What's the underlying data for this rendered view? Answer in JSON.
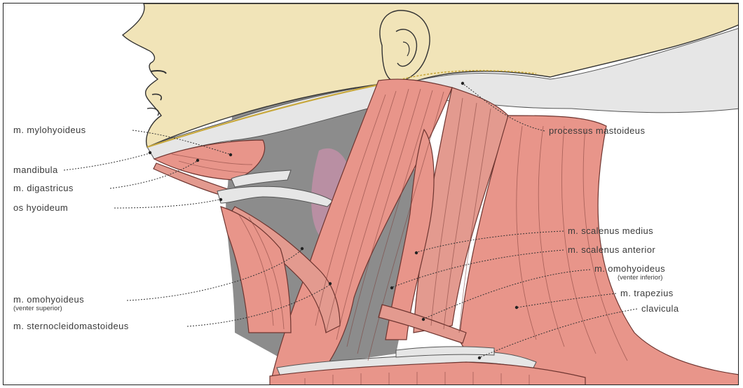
{
  "diagram": {
    "labels": {
      "mylohyoideus": "m. mylohyoideus",
      "mandibula": "mandibula",
      "digastricus": "m. digastricus",
      "os_hyoideum": "os hyoideum",
      "omohyoideus_sup": "m. omohyoideus",
      "omohyoideus_sup_sub": "(venter superior)",
      "sternocleidomastoideus": "m. sternocleidomastoideus",
      "processus_mastoideus": "processus mastoideus",
      "scalenus_medius": "m. scalenus medius",
      "scalenus_anterior": "m. scalenus anterior",
      "omohyoideus_inf": "m. omohyoideus",
      "omohyoideus_inf_sub": "(venter inferior)",
      "trapezius": "m. trapezius",
      "clavicula": "clavicula"
    },
    "colors": {
      "muscle": "#e8958a",
      "skin": "#f1e4b8",
      "bone": "#e6e6e6",
      "deep_tissue": "#8c8c8c"
    }
  }
}
